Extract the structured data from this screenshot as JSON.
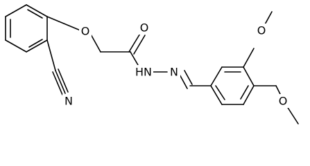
{
  "molecule": {
    "atoms": {
      "ether_oxygen": "O",
      "carbonyl_oxygen": "O",
      "hydrazide_nh": "HN",
      "hydrazone_n": "N",
      "nitrile_n": "N",
      "methoxy_oxygen_1": "O",
      "methoxy_oxygen_2": "O"
    }
  }
}
